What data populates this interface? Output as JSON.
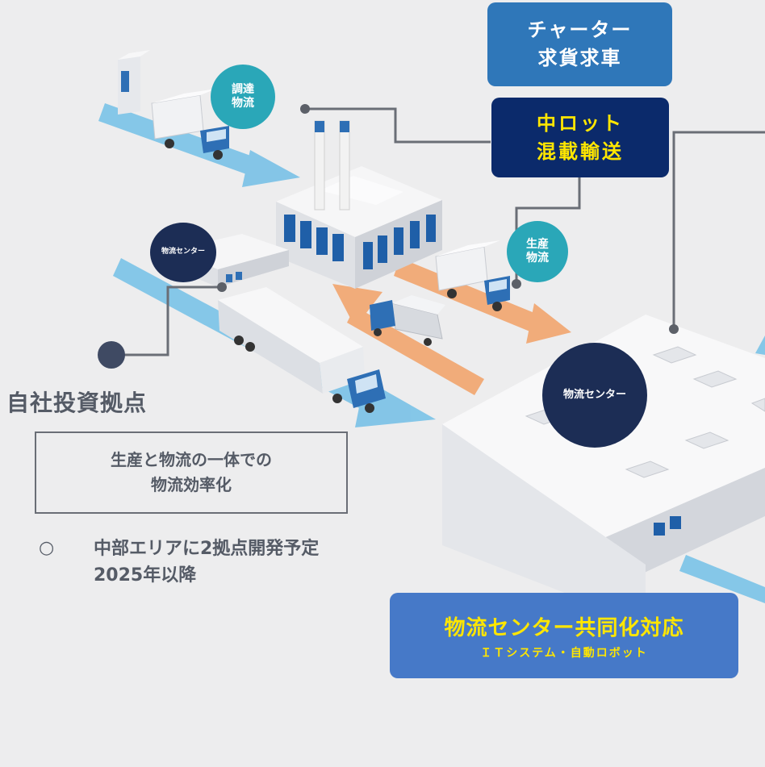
{
  "labels": {
    "procurement": [
      "調達",
      "物流"
    ],
    "production": [
      "生産",
      "物流"
    ],
    "center_small": "物流センター",
    "center_large": "物流センター"
  },
  "charter_box": [
    "チャーター",
    "求貨求車"
  ],
  "mixed_box": [
    "中ロット",
    "混載輸送"
  ],
  "own_investment": {
    "title": "自社投資拠点",
    "box": [
      "生産と物流の一体での",
      "物流効率化"
    ],
    "bullet_mark": "○",
    "bullet": [
      "中部エリアに2拠点開発予定",
      "2025年以降"
    ]
  },
  "shared_center": {
    "title": "物流センター共同化対応",
    "subtitle": "ＩＴシステム・自動ロボット"
  },
  "colors": {
    "background": "#ededee",
    "teal": "#2aa7b8",
    "navy": "#1c2d55",
    "charter_blue": "#2f77b9",
    "mixed_navy": "#0b2a6b",
    "yellow": "#ffe600",
    "shared_blue": "#4679c8",
    "text_gray": "#555b66",
    "arrow_blue": "#72bfe6",
    "arrow_orange": "#f2a56e"
  }
}
